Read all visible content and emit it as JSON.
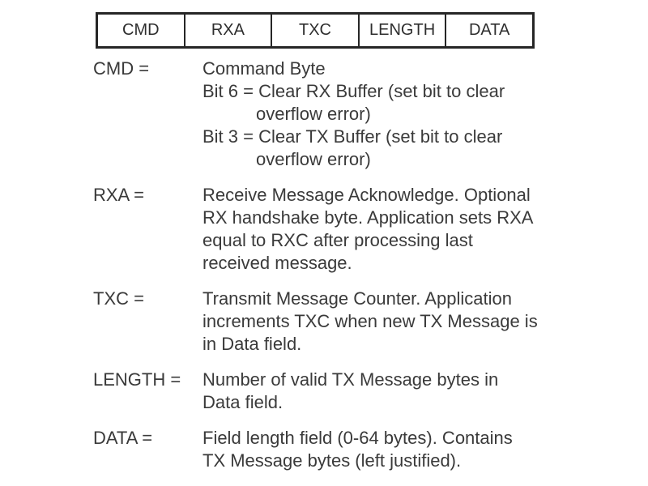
{
  "colors": {
    "background": "#ffffff",
    "text": "#3a3a3a",
    "table_border": "#262626"
  },
  "packet_table": {
    "cells": [
      "CMD",
      "RXA",
      "TXC",
      "LENGTH",
      "DATA"
    ]
  },
  "definitions": [
    {
      "label": "CMD =",
      "lines": [
        "Command Byte",
        "Bit 6 = Clear RX Buffer (set bit to clear",
        "overflow error)",
        "Bit 3 = Clear TX Buffer (set bit to clear",
        "overflow error)"
      ]
    },
    {
      "label": "RXA =",
      "lines": [
        "Receive Message Acknowledge. Optional",
        "RX handshake byte. Application sets RXA",
        "equal to RXC after processing last",
        "received message."
      ]
    },
    {
      "label": "TXC =",
      "lines": [
        "Transmit Message Counter. Application",
        "increments TXC when new TX Message is",
        "in Data field."
      ]
    },
    {
      "label": "LENGTH =",
      "lines": [
        "Number of valid TX Message bytes in",
        "Data field."
      ]
    },
    {
      "label": "DATA =",
      "lines": [
        "Field length field (0-64 bytes). Contains",
        "TX Message bytes (left justified)."
      ]
    }
  ]
}
